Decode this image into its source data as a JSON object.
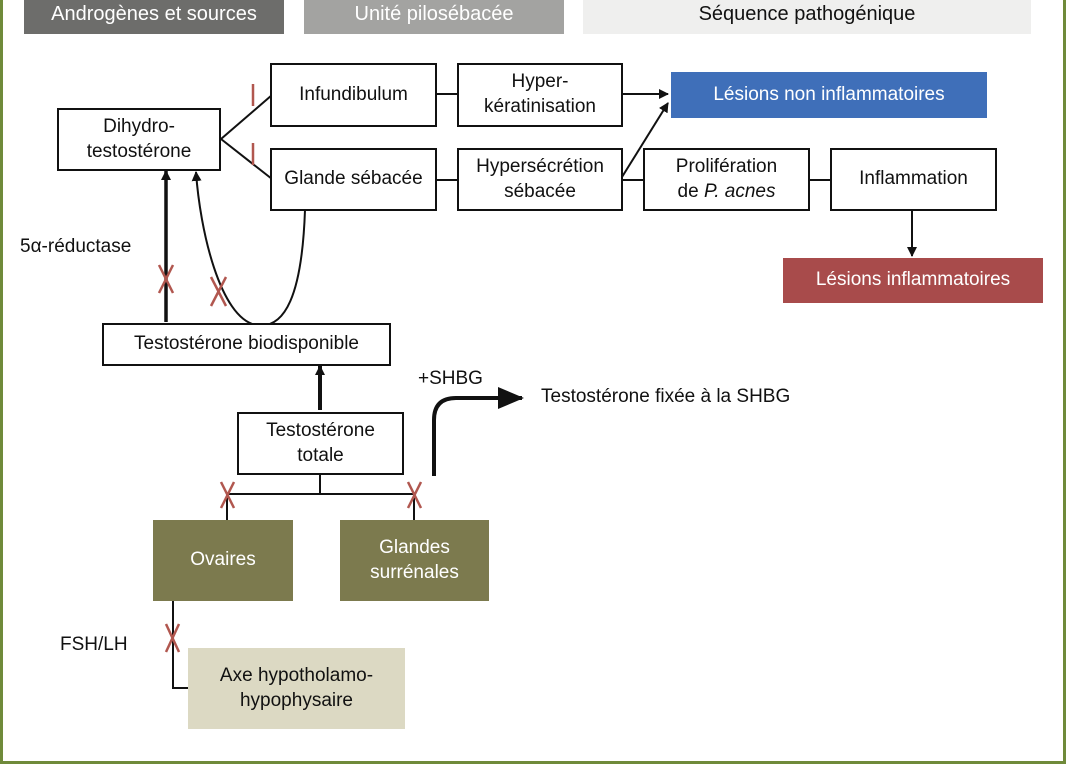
{
  "colors": {
    "frame": "#6f8a3a",
    "header_dark": "#6d6d6b",
    "header_mid": "#a3a3a1",
    "header_light": "#efefee",
    "non_inflammatory": "#3f6fb9",
    "inflammatory": "#a84b4b",
    "organ": "#7c7a4e",
    "axis": "#dcd9c3",
    "block_mark": "#b1574f"
  },
  "headers": {
    "sources": "Androgènes et sources",
    "pilosebaceous": "Unité pilosébacée",
    "sequence": "Séquence pathogénique"
  },
  "nodes": {
    "dht": [
      "Dihydro-",
      "testostérone"
    ],
    "infundibulum": "Infundibulum",
    "glande": "Glande sébacée",
    "hyperkeratinisation": [
      "Hyper-",
      "kératinisation"
    ],
    "hypersecretion": [
      "Hypersécrétion",
      "sébacée"
    ],
    "proliferation_line1": "Prolifération",
    "proliferation_line2_prefix": "de ",
    "proliferation_line2_species": "P. acnes",
    "inflammation": "Inflammation",
    "lesions_non": "Lésions non inflammatoires",
    "lesions_infl": "Lésions inflammatoires",
    "testo_bio": "Testostérone biodisponible",
    "testo_totale": [
      "Testostérone",
      "totale"
    ],
    "ovaires": "Ovaires",
    "surrenales": [
      "Glandes",
      "surrénales"
    ],
    "axe": [
      "Axe hypotholamo-",
      "hypophysaire"
    ]
  },
  "labels": {
    "reductase": "5α-réductase",
    "shbg": "+SHBG",
    "testo_fixee": "Testostérone fixée à la SHBG",
    "fsh_lh": "FSH/LH"
  }
}
